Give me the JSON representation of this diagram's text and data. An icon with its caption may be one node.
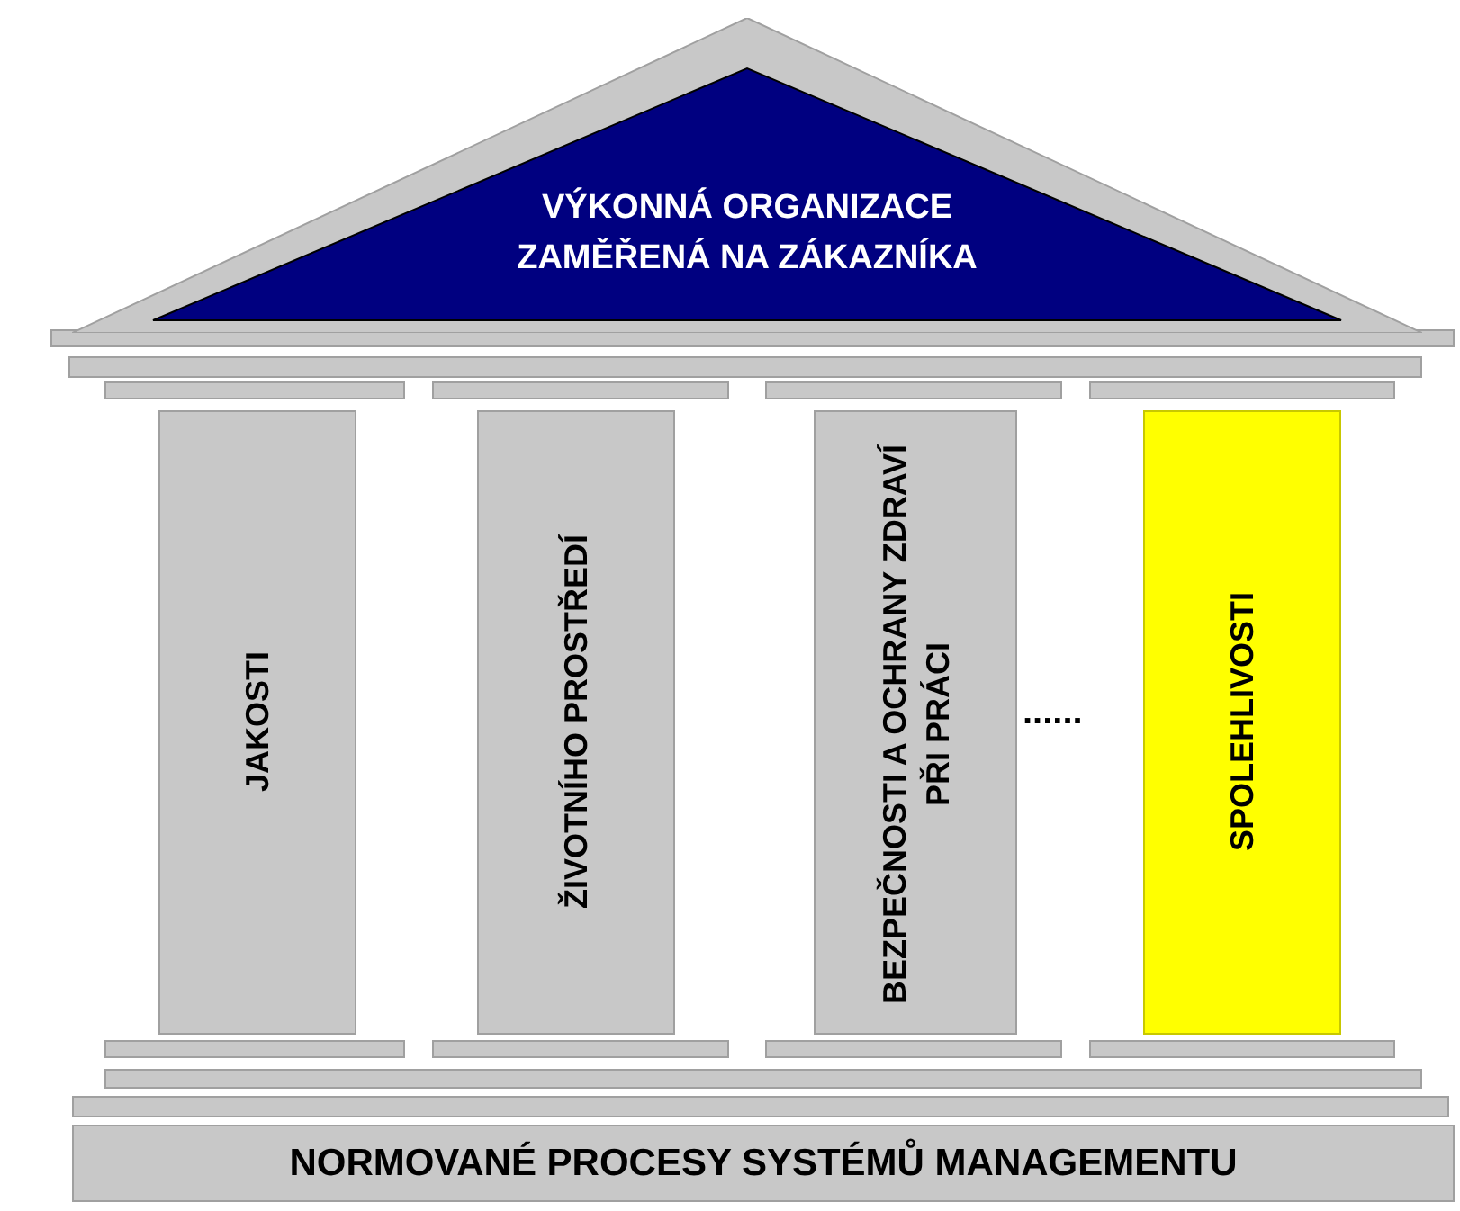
{
  "diagram": {
    "nodes": [
      {
        "text": [
          "VÝKONNÁ ORGANIZACE ZAMĚŘENÁ NA ZÁKAZNÍKA"
        ]
      },
      {
        "text": [
          "JAKOSTI"
        ]
      },
      {
        "text": [
          "ŽIVOTNÍHO PROSTŘEDÍ"
        ]
      },
      {
        "text": [
          "BEZPEČNOSTI A OCHRANY ZDRAVÍ PŘI PRÁCI"
        ]
      },
      {
        "text": [
          "SPOLEHLIVOSTI"
        ]
      },
      {
        "text": [
          "NORMOVANÉ PROCESY SYSTÉMŮ MANAGEMENTU"
        ]
      }
    ],
    "edges": [],
    "labels": [
      "......"
    ]
  }
}
